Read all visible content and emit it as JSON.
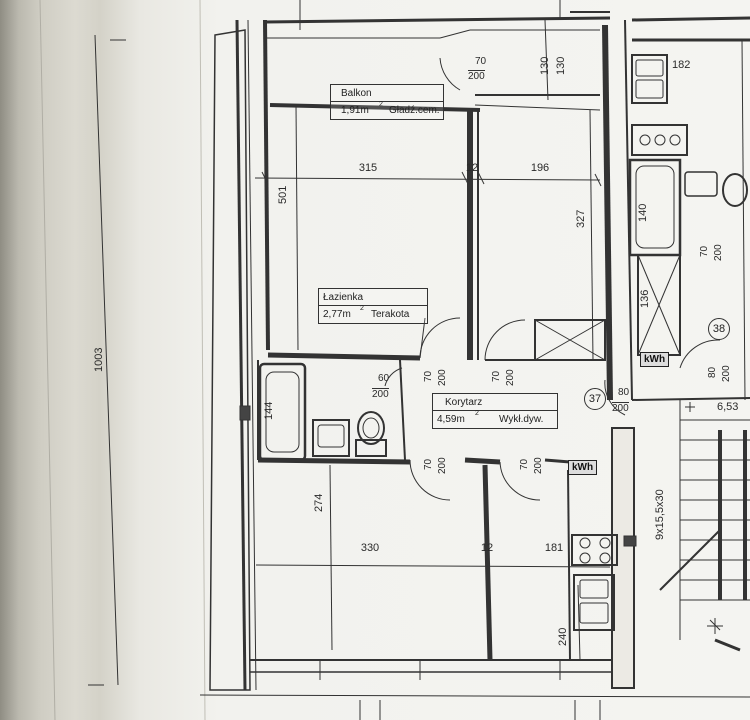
{
  "overall_dimension": "1003",
  "rooms": {
    "balkon": {
      "name": "Balkon",
      "area": "1,91m",
      "sup": "2",
      "finish": "Gładź.cem."
    },
    "lazienka": {
      "name": "Łazienka",
      "area": "2,77m",
      "sup": "2",
      "finish": "Terakota"
    },
    "korytarz": {
      "name": "Korytarz",
      "area": "4,59m",
      "sup": "2",
      "finish": "Wykł.dyw."
    }
  },
  "dimensions": {
    "d315": "315",
    "d12a": "12",
    "d196": "196",
    "d501": "501",
    "d327": "327",
    "d144": "144",
    "d274": "274",
    "d330": "330",
    "d12b": "12",
    "d181": "181",
    "d240": "240",
    "d182": "182",
    "d130a": "130",
    "d130b": "130",
    "d140": "140",
    "d136": "136",
    "d653": "6,53",
    "stair": "9x15,5x30"
  },
  "doors": {
    "top": {
      "w": "70",
      "h": "200"
    },
    "bath": {
      "w": "60",
      "h": "200"
    },
    "d1": {
      "w": "70",
      "h": "200"
    },
    "d2": {
      "w": "70",
      "h": "200"
    },
    "d3": {
      "w": "70",
      "h": "200"
    },
    "d4": {
      "w": "70",
      "h": "200"
    },
    "d5": {
      "w": "80",
      "h": "200"
    },
    "d6": {
      "w": "70",
      "h": "200"
    },
    "d7": {
      "w": "80",
      "h": "200"
    }
  },
  "markers": {
    "m37": "37",
    "m38": "38"
  },
  "meters": {
    "kwh1": "kWh",
    "kwh2": "kWh"
  }
}
